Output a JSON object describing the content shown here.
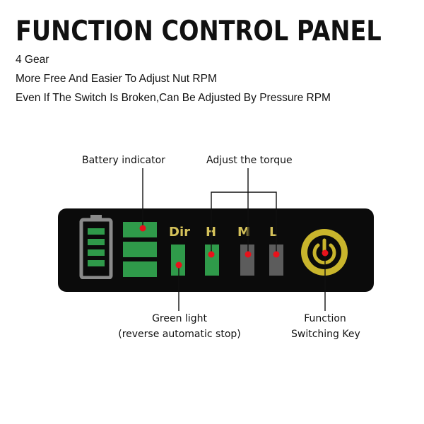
{
  "header": {
    "title": "FUNCTION CONTROL PANEL",
    "lines": [
      "4 Gear",
      "More Free And Easier To Adjust Nut RPM",
      "Even If The Switch Is Broken,Can Be Adjusted By Pressure RPM"
    ]
  },
  "callouts": {
    "battery": "Battery indicator",
    "torque": "Adjust the torque",
    "green_light_1": "Green light",
    "green_light_2": "(reverse automatic stop)",
    "function_1": "Function",
    "function_2": "Switching Key"
  },
  "panel": {
    "labels": {
      "dir": "Dir",
      "h": "H",
      "m": "M",
      "l": "L"
    },
    "battery_bars": 4,
    "icons": [
      "battery-icon",
      "power-icon"
    ]
  },
  "colors": {
    "panel": "#0b0b0b",
    "led_green": "#2f9a4a",
    "led_gray": "#5c5c5c",
    "label_yellow": "#d4c15a",
    "power_ring": "#c9b52c",
    "marker_red": "#e8121b"
  }
}
